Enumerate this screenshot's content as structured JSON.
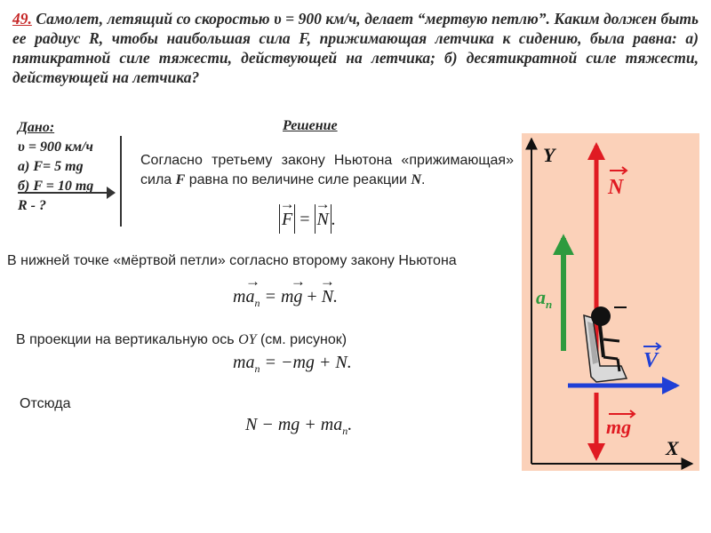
{
  "problem": {
    "number": "49.",
    "text": " Самолет, летящий со скоростью υ = 900 км/ч, делает “мертвую петлю”. Каким должен быть ее радиус R, чтобы наибольшая сила F, прижимающая летчика к сидению, была равна: а) пятикратной силе тяжести, действующей на летчика; б) десятикратной силе тяжести, действующей на летчика?"
  },
  "given": {
    "title": "Дано:",
    "line1": "υ = 900 км/ч",
    "line2": "а) F= 5 mg",
    "line3": "б) F = 10 mg",
    "line4": "R  - ?"
  },
  "solution": {
    "title": "Решение",
    "p1_a": "Согласно третьему закону Ньютона «прижимающая» сила ",
    "p1_F": "F",
    "p1_b": " равна по величине силе реакции ",
    "p1_N": "N",
    "p1_c": ".",
    "p2": "В нижней точке «мёртвой петли» согласно второму закону Ньютона",
    "p3_a": "В проекции на вертикальную ось ",
    "p3_axis": "OY",
    "p3_b": " (см. рисунок)",
    "p4": "Отсюда"
  },
  "formulas": {
    "f1_F": "F",
    "f1_eq": " = ",
    "f1_N": "N",
    "f1_end": ".",
    "f2_m": "m",
    "f2_a": "a",
    "f2_n": "n",
    "f2_eq": " = m",
    "f2_g": "g",
    "f2_plus": " + ",
    "f2_N": "N",
    "f2_end": ".",
    "f3_lhs": "ma",
    "f3_n": "n",
    "f3_rhs": " = −mg + N.",
    "f4_lhs": "N − mg + ma",
    "f4_n": "n",
    "f4_end": "."
  },
  "figure": {
    "axis_y": "Y",
    "axis_x": "X",
    "label_N": "N",
    "label_an": "a",
    "label_an_sub": "n",
    "label_v": "V",
    "label_mg": "mg",
    "colors": {
      "background": "#fbd1b9",
      "red": "#e01b22",
      "green": "#2e9a3e",
      "blue": "#1f3fd6",
      "axis": "#111111"
    }
  }
}
